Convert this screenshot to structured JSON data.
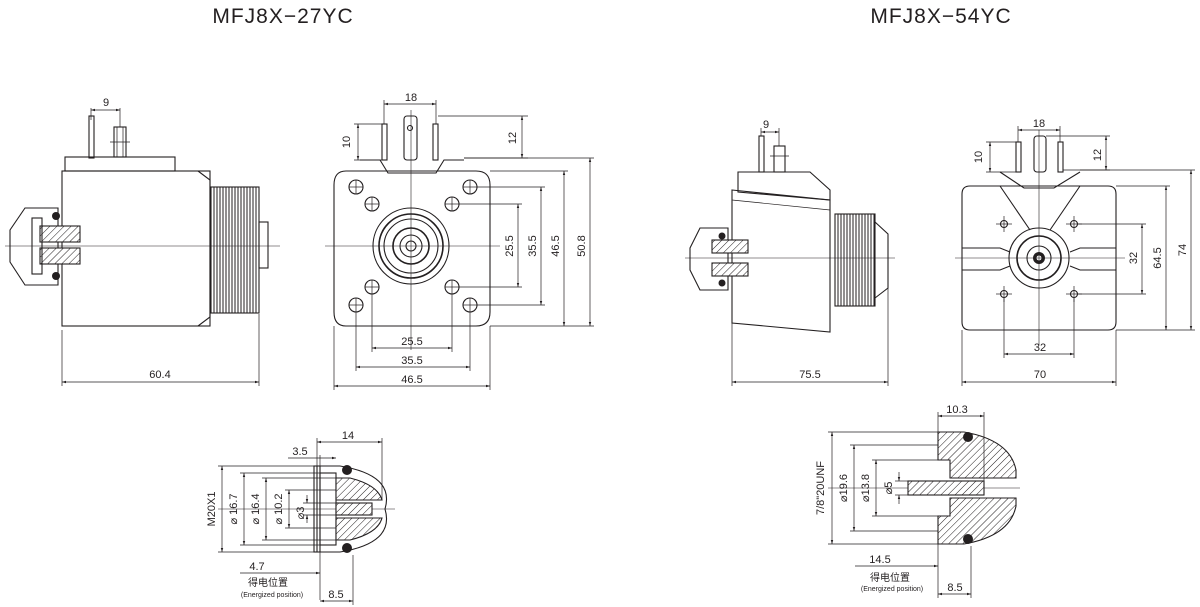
{
  "titles": {
    "left": "MFJ8X−27YC",
    "right": "MFJ8X−54YC"
  },
  "left_model": {
    "side_view": {
      "pin_spacing": "9",
      "length": "60.4"
    },
    "front_view": {
      "pin_pitch": "18",
      "pin_height_left": "10",
      "pin_height_right": "12",
      "inner_holes_v": "25.5",
      "outer_holes_v": "35.5",
      "body_height_inner": "46.5",
      "body_height_total": "50.8",
      "inner_holes_h": "25.5",
      "outer_holes_h": "35.5",
      "body_width": "46.5"
    },
    "section": {
      "overall_width": "14",
      "step": "3.5",
      "thread": "M20X1",
      "d1": "⌀ 16.7",
      "d2": "⌀ 16.4",
      "d3": "⌀ 10.2",
      "d4": "⌀3",
      "offset": "4.7",
      "energized_cn": "得电位置",
      "energized_en": "(Energized position)",
      "stroke": "8.5"
    }
  },
  "right_model": {
    "side_view": {
      "pin_spacing": "9",
      "length": "75.5"
    },
    "front_view": {
      "pin_pitch": "18",
      "pin_height_left": "10",
      "pin_height_right": "12",
      "holes_v": "32",
      "body_height_inner": "64.5",
      "body_height_total": "74",
      "holes_h": "32",
      "body_width": "70"
    },
    "section": {
      "overall_width": "10.3",
      "thread": "7/8\"20UNF",
      "d1": "⌀19.6",
      "d2": "⌀13.8",
      "d3": "⌀5",
      "offset": "14.5",
      "energized_cn": "得电位置",
      "energized_en": "(Energized position)",
      "stroke": "8.5"
    }
  }
}
